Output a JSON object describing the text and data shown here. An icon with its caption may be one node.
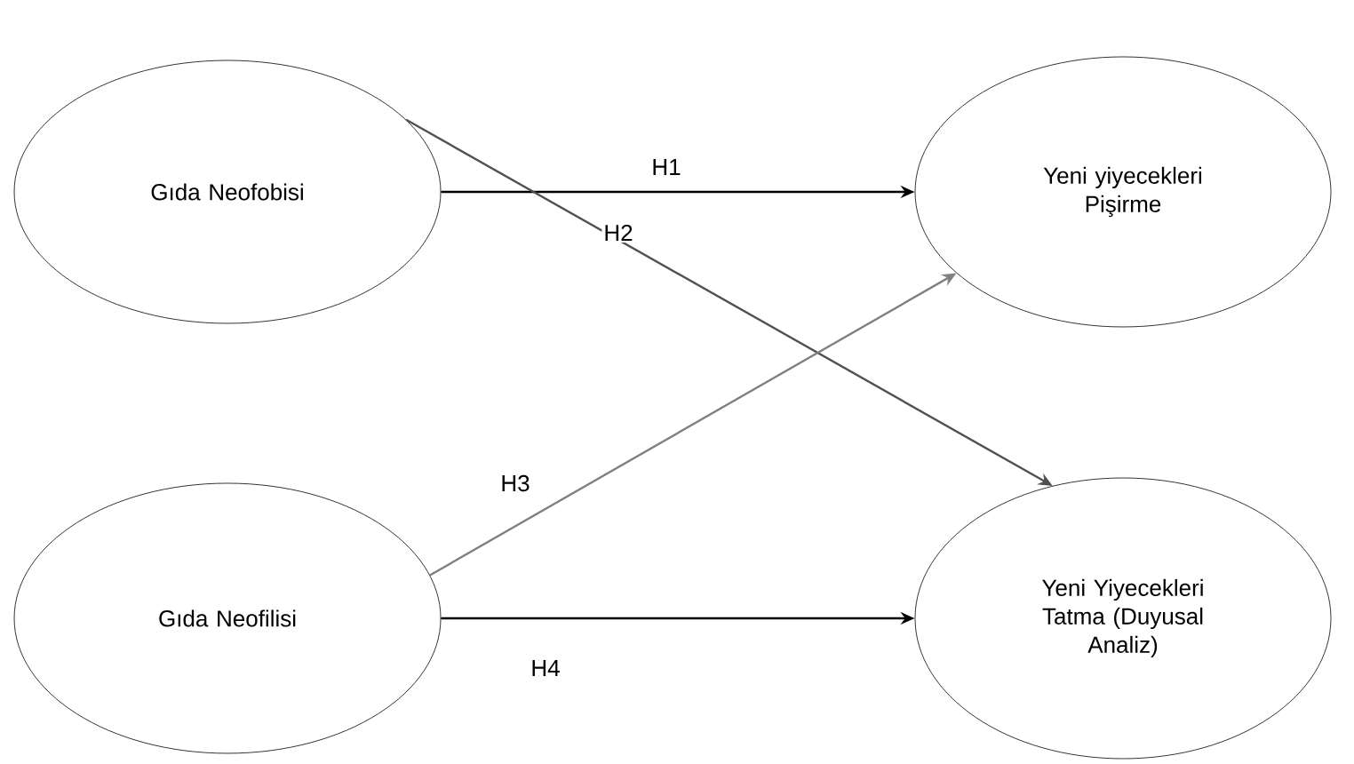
{
  "diagram": {
    "nodes": [
      {
        "text": [
          "Gıda Neofobisi"
        ]
      },
      {
        "text": [
          "Yeni yiyecekleri Pişirme"
        ]
      },
      {
        "text": [
          "Gıda Neofilisi"
        ]
      },
      {
        "text": [
          "Yeni Yiyecekleri Tatma (Duyusal Analiz)"
        ]
      }
    ],
    "edges": [
      {
        "from": 0,
        "to": 1,
        "arrow": "to",
        "label": "H1"
      },
      {
        "from": 0,
        "to": 3,
        "arrow": "to",
        "label": "H2",
        "color": "#505050"
      },
      {
        "from": 2,
        "to": 1,
        "arrow": "to",
        "label": "H3",
        "color": "#808080"
      },
      {
        "from": 2,
        "to": 3,
        "arrow": "to",
        "label": "H4"
      }
    ]
  }
}
